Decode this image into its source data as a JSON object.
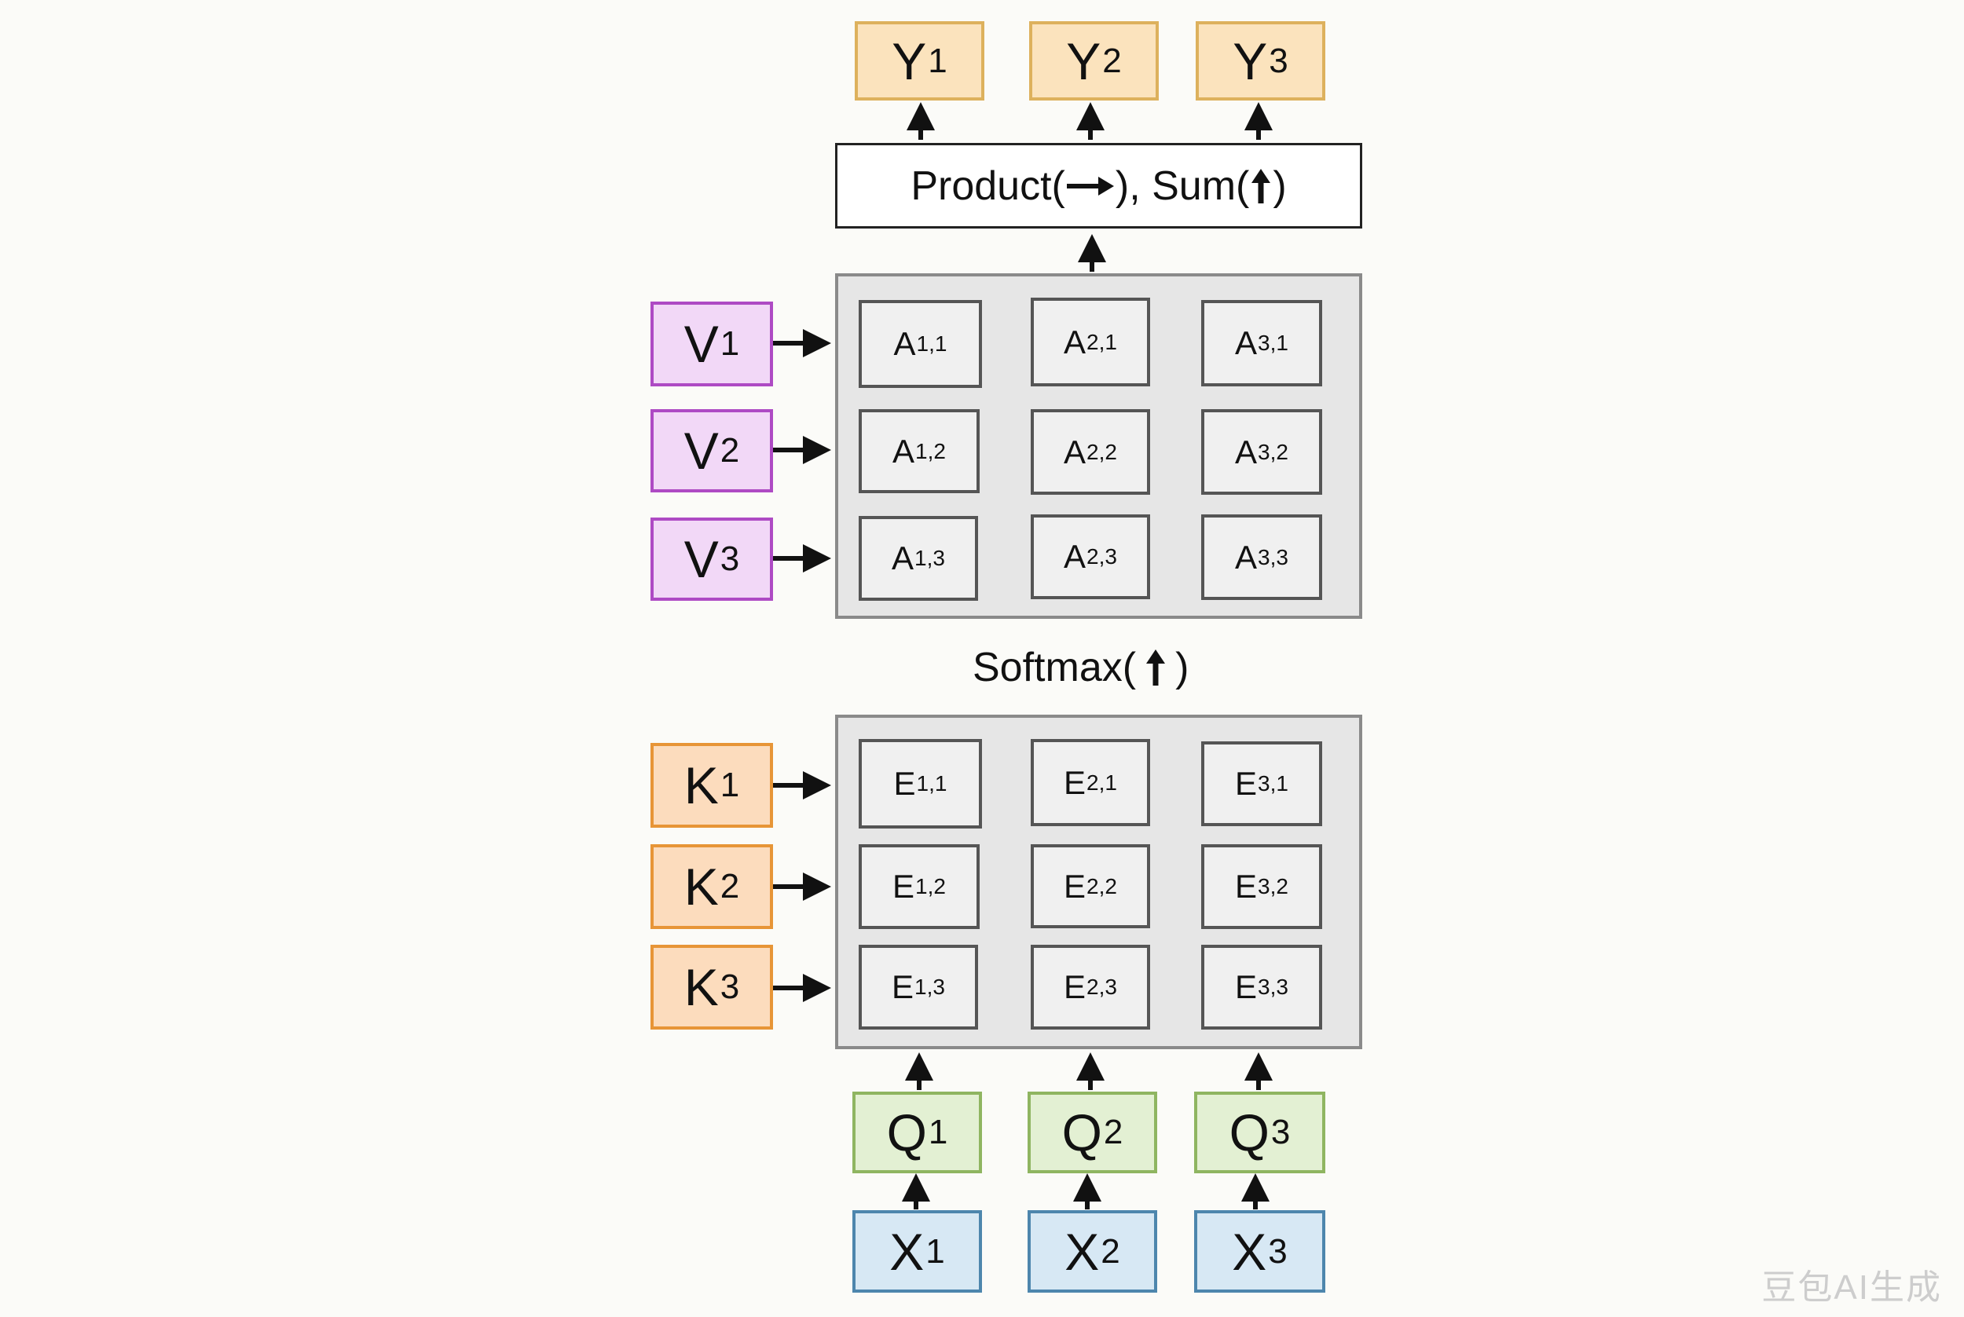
{
  "outputs": [
    {
      "letter": "Y",
      "sub": "1"
    },
    {
      "letter": "Y",
      "sub": "2"
    },
    {
      "letter": "Y",
      "sub": "3"
    }
  ],
  "op_box": {
    "product": "Product(",
    "mid": "), Sum(",
    "end": ")"
  },
  "values": [
    {
      "letter": "V",
      "sub": "1"
    },
    {
      "letter": "V",
      "sub": "2"
    },
    {
      "letter": "V",
      "sub": "3"
    }
  ],
  "attention": [
    [
      {
        "letter": "A",
        "sub": "1,1"
      },
      {
        "letter": "A",
        "sub": "2,1"
      },
      {
        "letter": "A",
        "sub": "3,1"
      }
    ],
    [
      {
        "letter": "A",
        "sub": "1,2"
      },
      {
        "letter": "A",
        "sub": "2,2"
      },
      {
        "letter": "A",
        "sub": "3,2"
      }
    ],
    [
      {
        "letter": "A",
        "sub": "1,3"
      },
      {
        "letter": "A",
        "sub": "2,3"
      },
      {
        "letter": "A",
        "sub": "3,3"
      }
    ]
  ],
  "softmax": {
    "start": "Softmax(",
    "end": ")"
  },
  "keys": [
    {
      "letter": "K",
      "sub": "1"
    },
    {
      "letter": "K",
      "sub": "2"
    },
    {
      "letter": "K",
      "sub": "3"
    }
  ],
  "energy": [
    [
      {
        "letter": "E",
        "sub": "1,1"
      },
      {
        "letter": "E",
        "sub": "2,1"
      },
      {
        "letter": "E",
        "sub": "3,1"
      }
    ],
    [
      {
        "letter": "E",
        "sub": "1,2"
      },
      {
        "letter": "E",
        "sub": "2,2"
      },
      {
        "letter": "E",
        "sub": "3,2"
      }
    ],
    [
      {
        "letter": "E",
        "sub": "1,3"
      },
      {
        "letter": "E",
        "sub": "2,3"
      },
      {
        "letter": "E",
        "sub": "3,3"
      }
    ]
  ],
  "queries": [
    {
      "letter": "Q",
      "sub": "1"
    },
    {
      "letter": "Q",
      "sub": "2"
    },
    {
      "letter": "Q",
      "sub": "3"
    }
  ],
  "inputs": [
    {
      "letter": "X",
      "sub": "1"
    },
    {
      "letter": "X",
      "sub": "2"
    },
    {
      "letter": "X",
      "sub": "3"
    }
  ],
  "watermark": "豆包AI生成",
  "icons": {
    "right_arrow": "arrow-right-icon",
    "up_arrow": "arrow-up-icon"
  },
  "colors": {
    "output": "#fbe3bd",
    "value": "#f2d8f7",
    "key": "#fcdcbd",
    "query": "#e3f0d3",
    "input": "#d7e8f4",
    "panel": "#e6e6e6"
  }
}
